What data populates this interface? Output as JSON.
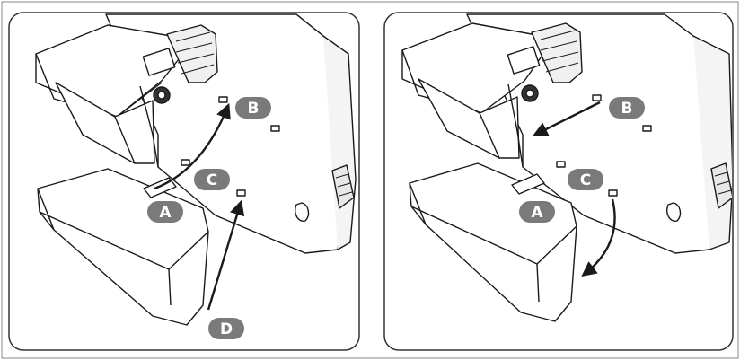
{
  "panels": [
    {
      "labels": [
        "B",
        "C",
        "A",
        "D"
      ]
    },
    {
      "labels": [
        "B",
        "C",
        "A"
      ]
    }
  ],
  "colors": {
    "line": "#1a1a1a",
    "badge": "#7a7a7a",
    "badge_text": "#ffffff",
    "border": "#444444",
    "shade": "#d9d9d9"
  }
}
